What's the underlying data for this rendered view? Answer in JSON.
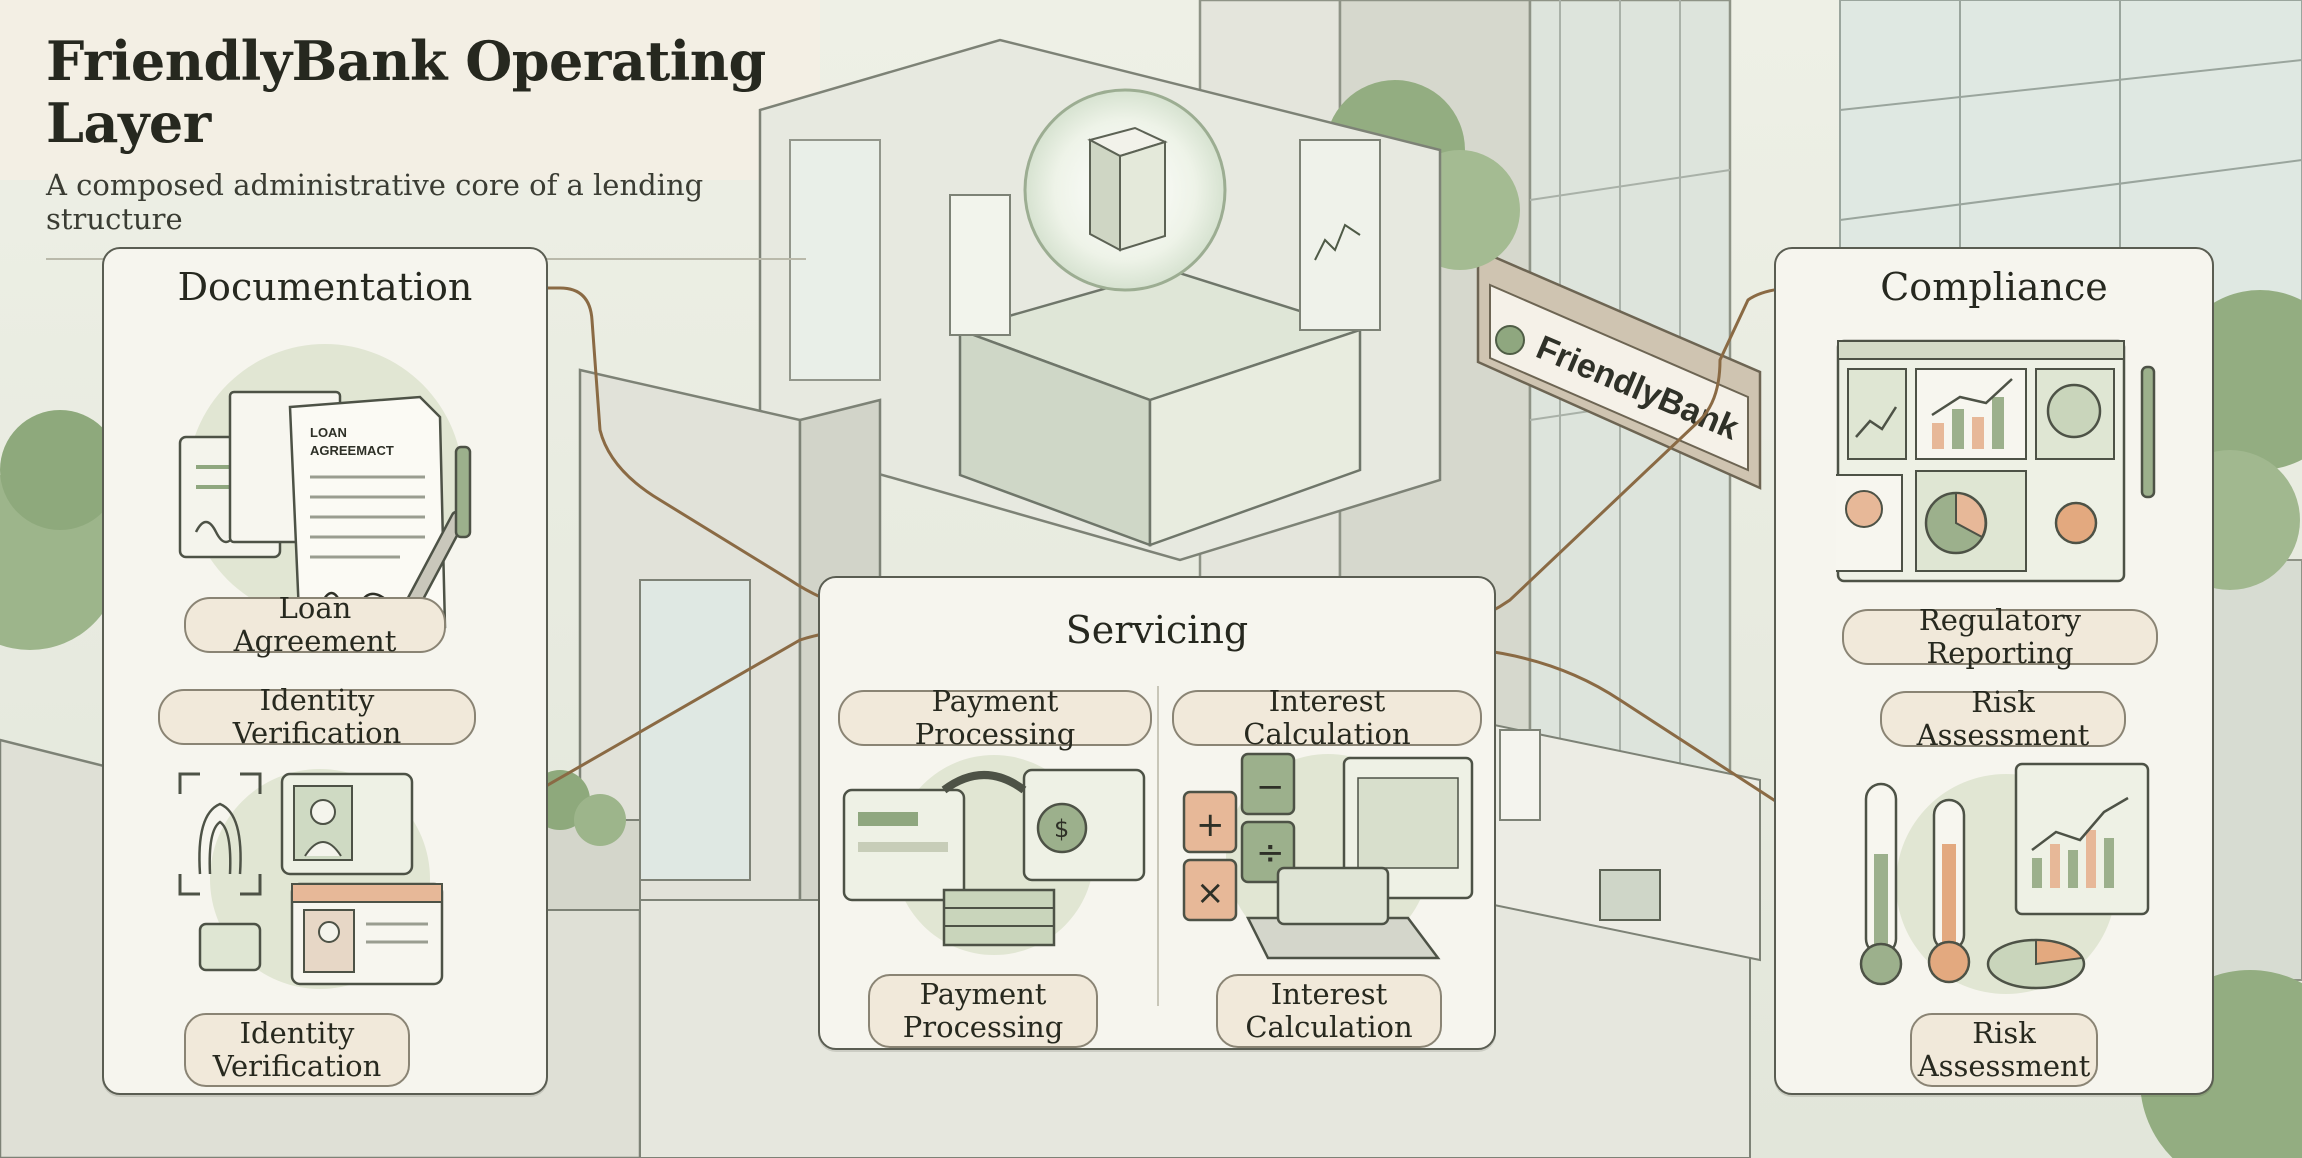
{
  "header": {
    "title": "FriendlyBank Operating Layer",
    "subtitle": "A composed administrative core of a lending structure"
  },
  "building": {
    "sign": "FriendlyBank",
    "document_label_line1": "LOAN",
    "document_label_line2": "AGREEMACT"
  },
  "documentation": {
    "title": "Documentation",
    "items": [
      "Loan Agreement",
      "Identity Verification"
    ],
    "bottom_label": "Identity Verification"
  },
  "servicing": {
    "title": "Servicing",
    "items": [
      "Payment Processing",
      "Interest Calculation"
    ],
    "bottom_labels": [
      "Payment Processing",
      "Interest Calculation"
    ]
  },
  "compliance": {
    "title": "Compliance",
    "items": [
      "Regulatory Reporting",
      "Risk Assessment"
    ],
    "bottom_label": "Risk Assessment"
  },
  "colors": {
    "sage": "#8fa77f",
    "sage_light": "#dfe6d2",
    "terracotta": "#d99b78",
    "connector": "#8a6a44"
  }
}
